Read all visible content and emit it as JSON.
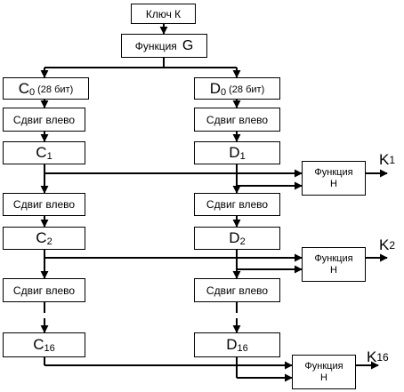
{
  "key_box": {
    "label": "Ключ К"
  },
  "func_g": {
    "label": "Функция",
    "letter": "G"
  },
  "c0": {
    "letter": "C",
    "sub": "0",
    "note": "(28 бит)"
  },
  "d0": {
    "letter": "D",
    "sub": "0",
    "note": "(28 бит)"
  },
  "shift_label": "Сдвиг влево",
  "c1": {
    "letter": "C",
    "sub": "1"
  },
  "d1": {
    "letter": "D",
    "sub": "1"
  },
  "c2": {
    "letter": "C",
    "sub": "2"
  },
  "d2": {
    "letter": "D",
    "sub": "2"
  },
  "c16": {
    "letter": "C",
    "sub": "16"
  },
  "d16": {
    "letter": "D",
    "sub": "16"
  },
  "func_h": {
    "line1": "Функция",
    "line2": "H"
  },
  "k1": {
    "letter": "K",
    "sub": "1"
  },
  "k2": {
    "letter": "K",
    "sub": "2"
  },
  "k16": {
    "letter": "K",
    "sub": "16"
  }
}
